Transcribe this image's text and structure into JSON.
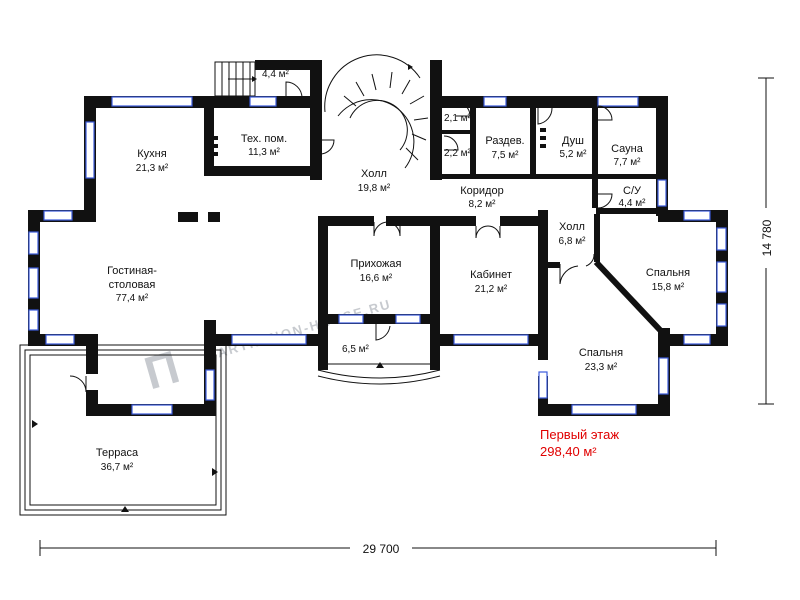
{
  "rooms": {
    "stair_landing": {
      "area": "4,4 м²"
    },
    "kitchen": {
      "name": "Кухня",
      "area": "21,3 м²"
    },
    "tech_room": {
      "name": "Тех. пом.",
      "area": "11,3 м²"
    },
    "hall_main": {
      "name": "Холл",
      "area": "19,8 м²"
    },
    "closet_a": {
      "area": "2,1 м²"
    },
    "closet_b": {
      "area": "2,2 м²"
    },
    "dressing": {
      "name": "Раздев.",
      "area": "7,5 м²"
    },
    "shower": {
      "name": "Душ",
      "area": "5,2 м²"
    },
    "sauna": {
      "name": "Сауна",
      "area": "7,7 м²"
    },
    "wc": {
      "name": "С/У",
      "area": "4,4 м²"
    },
    "corridor": {
      "name": "Коридор",
      "area": "8,2 м²"
    },
    "hall_small": {
      "name": "Холл",
      "area": "6,8 м²"
    },
    "living": {
      "name_line1": "Гостиная-",
      "name_line2": "столовая",
      "area": "77,4 м²"
    },
    "entrance": {
      "name": "Прихожая",
      "area": "16,6 м²"
    },
    "study": {
      "name": "Кабинет",
      "area": "21,2 м²"
    },
    "bedroom_1": {
      "name": "Спальня",
      "area": "15,8 м²"
    },
    "bedroom_2": {
      "name": "Спальня",
      "area": "23,3 м²"
    },
    "vestibule": {
      "area": "6,5 м²"
    },
    "terrace": {
      "name": "Терраса",
      "area": "36,7 м²"
    }
  },
  "dimensions": {
    "width": "29 700",
    "depth": "14 780"
  },
  "floor": {
    "title": "Первый этаж",
    "total_area": "298,40 м²"
  },
  "watermark": {
    "text": "PARTHENON-HOUSE.RU",
    "logo_letter": "П"
  },
  "colors": {
    "wall": "#111111",
    "window": "#3b5bdb",
    "floor_title": "#e00000",
    "watermark": "#9aa0a8"
  }
}
